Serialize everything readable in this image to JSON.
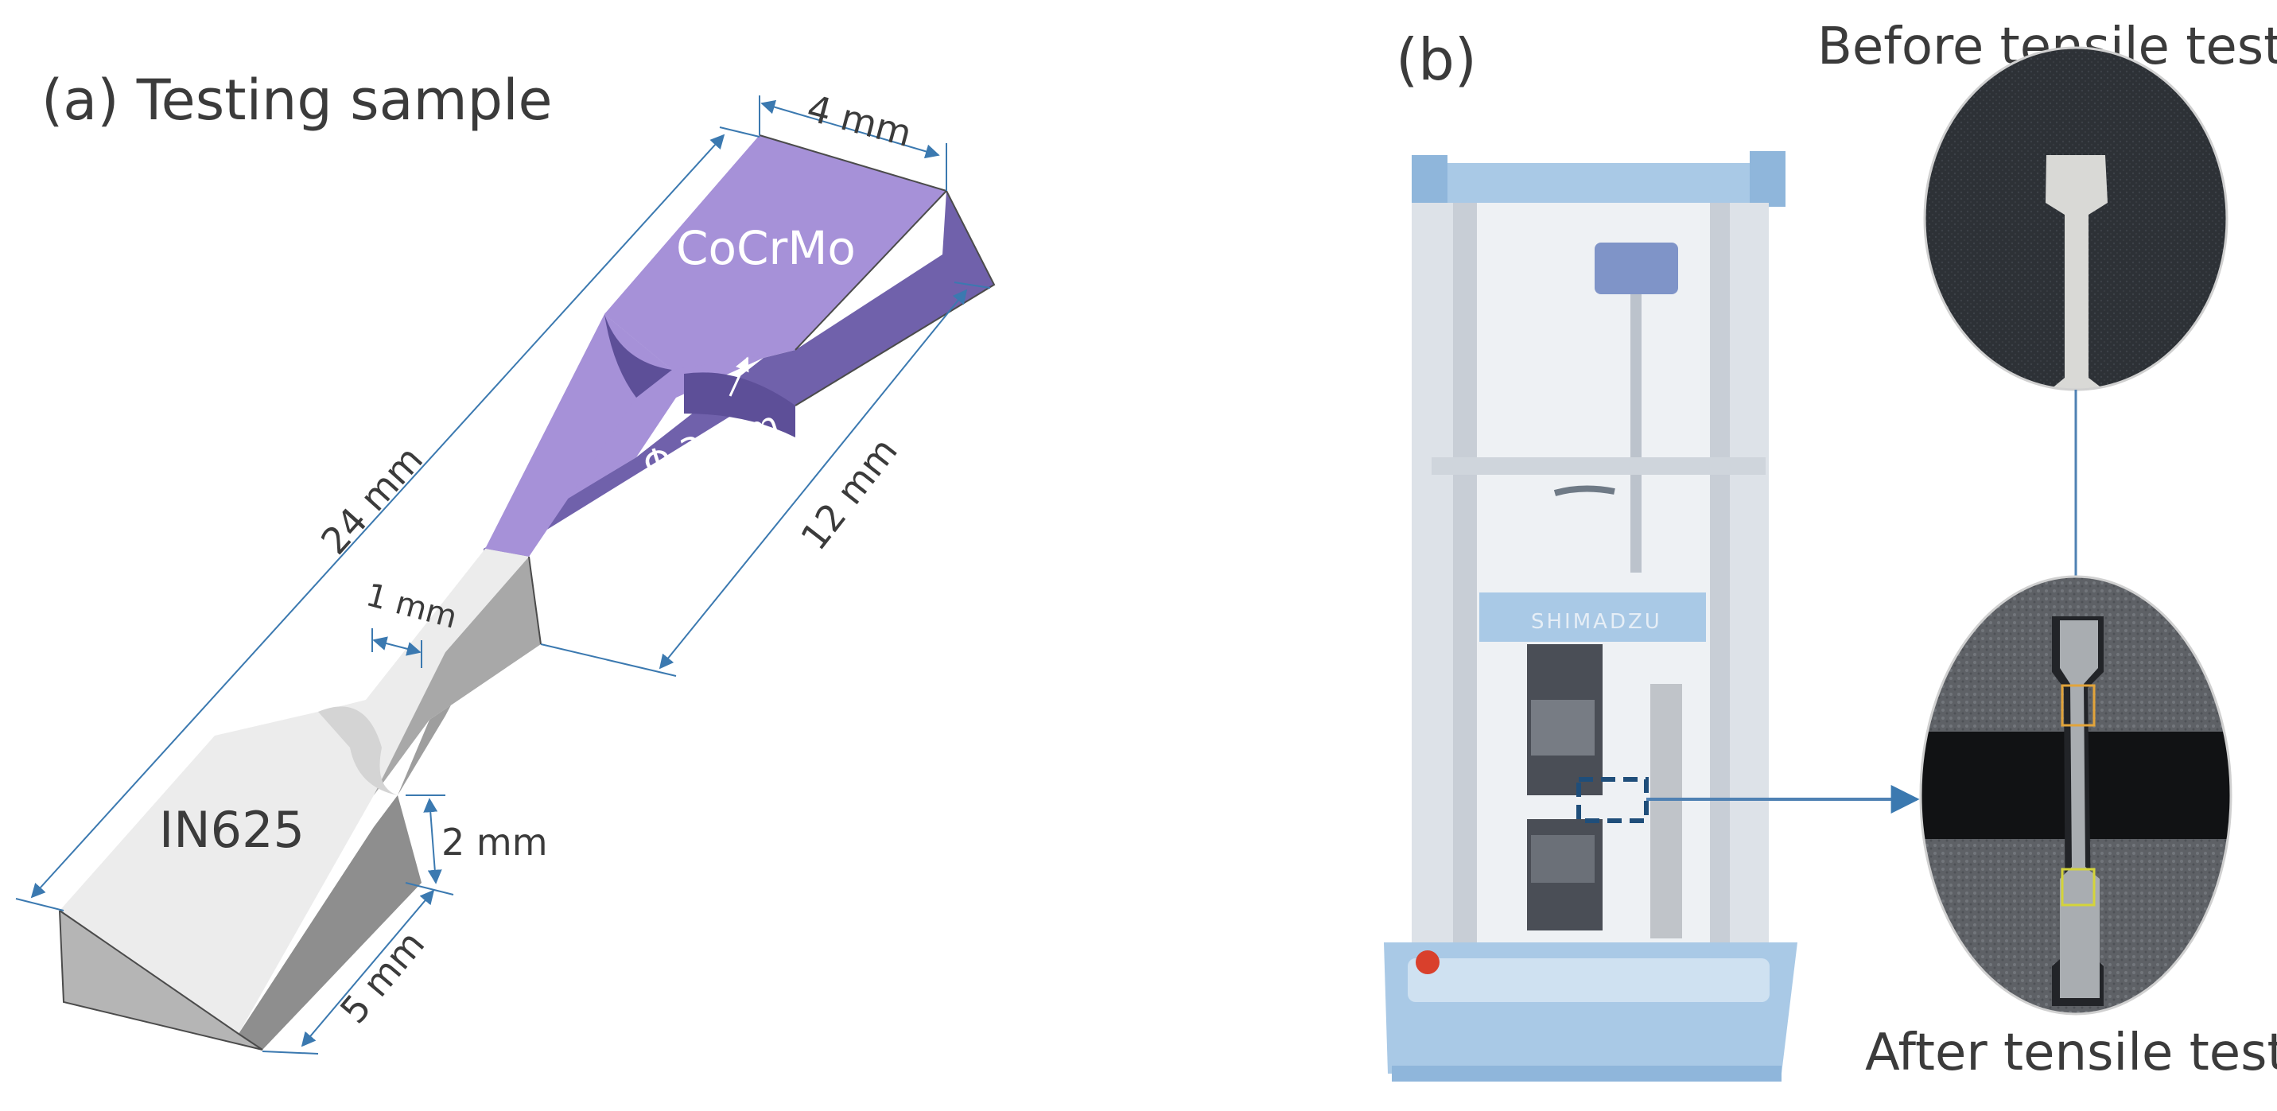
{
  "panel_a": {
    "title": "(a) Testing sample",
    "materials": {
      "top": "CoCrMo",
      "bottom": "IN625"
    },
    "dimensions": {
      "length_total": "24 mm",
      "grip_width": "4 mm",
      "top_grip_length": "12 mm",
      "fillet_diameter": "Φ 3 mm",
      "gauge_width": "1 mm",
      "thickness": "2 mm",
      "bottom_grip_length": "5 mm"
    }
  },
  "panel_b": {
    "title": "(b)",
    "machine_brand": "SHIMADZU",
    "before_label": "Before tensile test",
    "after_label": "After tensile test"
  },
  "colors": {
    "cocrmo_top": "#a691d8",
    "cocrmo_side": "#7061ab",
    "in625_top": "#ececec",
    "in625_side": "#9e9e9e",
    "dimension_line": "#3b79b0",
    "machine_blue": "#a9c9e6",
    "machine_grey": "#dde2e8",
    "specimen_dark": "#2b2f33"
  }
}
